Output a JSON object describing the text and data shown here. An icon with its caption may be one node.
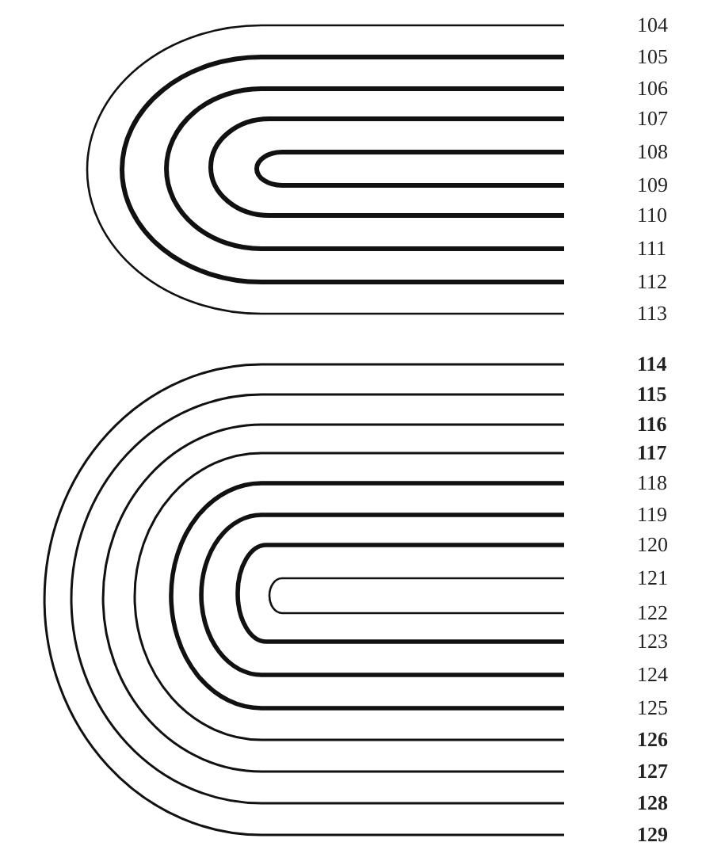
{
  "diagram": {
    "labels": [
      "104",
      "105",
      "106",
      "107",
      "108",
      "109",
      "110",
      "111",
      "112",
      "113",
      "114",
      "115",
      "116",
      "117",
      "118",
      "119",
      "120",
      "121",
      "122",
      "123",
      "124",
      "125",
      "126",
      "127",
      "128",
      "129"
    ]
  }
}
